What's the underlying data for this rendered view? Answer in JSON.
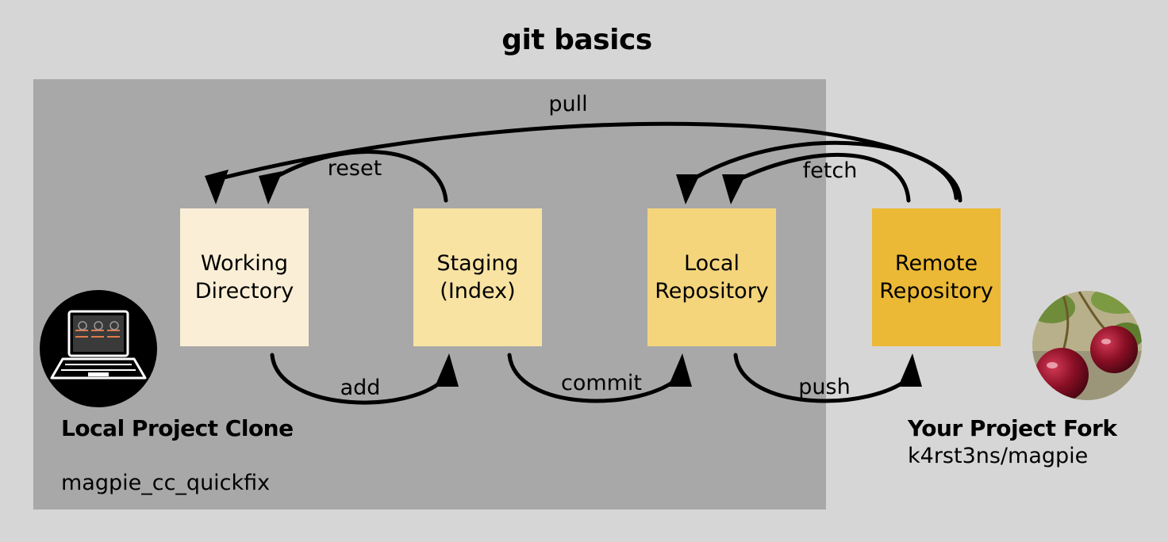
{
  "title": "git basics",
  "stages": {
    "working_directory": [
      "Working",
      "Directory"
    ],
    "staging": [
      "Staging",
      "(Index)"
    ],
    "local_repository": [
      "Local",
      "Repository"
    ],
    "remote_repository": [
      "Remote",
      "Repository"
    ]
  },
  "commands": {
    "pull": "pull",
    "reset": "reset",
    "fetch": "fetch",
    "add": "add",
    "commit": "commit",
    "push": "push"
  },
  "local": {
    "caption": "Local Project Clone",
    "repo_name": "magpie_cc_quickfix",
    "icon": "laptop-icon"
  },
  "fork": {
    "caption": "Your Project Fork",
    "repo_name": "k4rst3ns/magpie",
    "icon": "cherries-icon"
  },
  "colors": {
    "background": "#d6d6d6",
    "local_panel": "#a8a8a8",
    "working_directory": "#faefd6",
    "staging": "#f8e3a3",
    "local_repository": "#f4d57c",
    "remote_repository": "#ebb936"
  }
}
